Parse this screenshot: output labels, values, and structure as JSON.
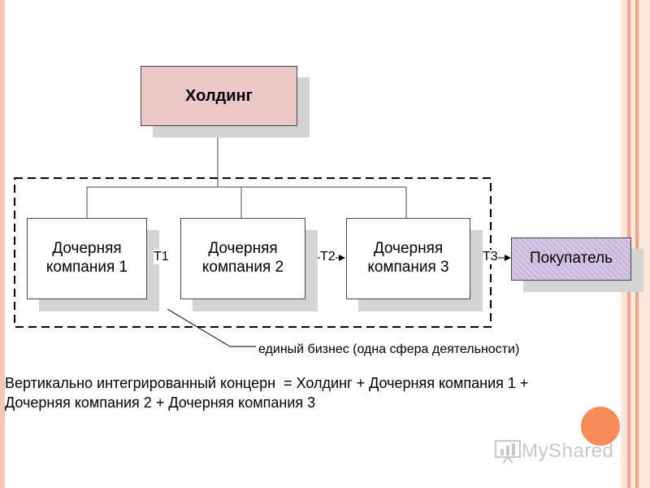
{
  "diagram": {
    "holding": "Холдинг",
    "subsidiaries": [
      {
        "line1": "Дочерняя",
        "line2": "компания 1"
      },
      {
        "line1": "Дочерняя",
        "line2": "компания 2"
      },
      {
        "line1": "Дочерняя",
        "line2": "компания 3"
      }
    ],
    "buyer": "Покупатель",
    "transfers": [
      "Т1",
      "Т2",
      "Т3"
    ],
    "group_caption": "единый бизнес (одна сфера деятельности)"
  },
  "formula": {
    "line1": "Вертикально интегрированный концерн  = Холдинг + Дочерняя компания 1 +",
    "line2": "Дочерняя компания 2 + Дочерняя компания 3"
  },
  "logo": {
    "text": "MyShared",
    "icon": "presentation-board-icon"
  },
  "colors": {
    "holding_fill": "#ecc8c8",
    "buyer_fill": "#c9b8de",
    "accent_orange": "#fb8a5a",
    "frame_stripe": "#f3a487"
  }
}
